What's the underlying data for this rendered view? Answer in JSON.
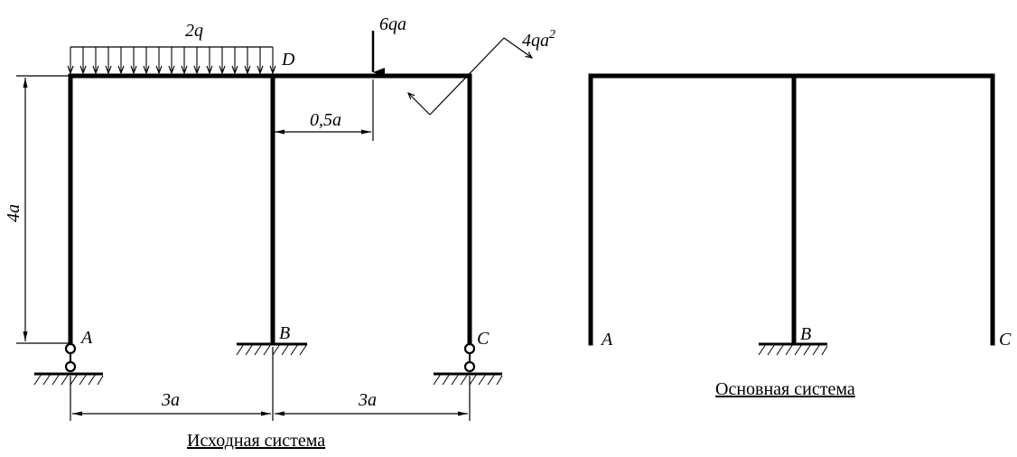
{
  "original_system": {
    "caption": "Исходная система",
    "labels": {
      "A": "A",
      "B": "B",
      "C": "C",
      "D": "D"
    },
    "loads": {
      "distributed": "2q",
      "point_force": "6qa",
      "moment_base": "4qa",
      "moment_exp": "2"
    },
    "dimensions": {
      "height": "4a",
      "span_left": "3a",
      "span_right": "3a",
      "force_offset": "0,5a"
    }
  },
  "basic_system": {
    "caption": "Основная система",
    "labels": {
      "A": "A",
      "B": "B",
      "C": "C"
    }
  }
}
